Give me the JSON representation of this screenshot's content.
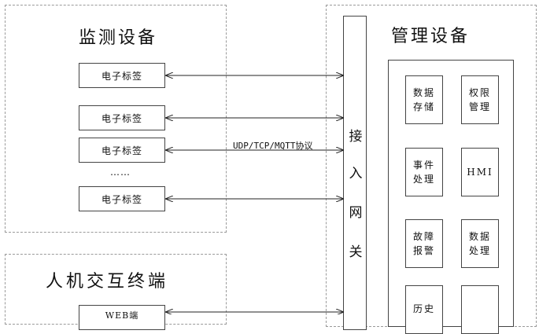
{
  "monitoring": {
    "title": "监测设备",
    "tags": [
      "电子标签",
      "电子标签",
      "电子标签",
      "电子标签"
    ],
    "ellipsis": "……"
  },
  "protocol_label": "UDP/TCP/MQTT协议",
  "gateway": {
    "chars": [
      "接",
      "入",
      "网",
      "关"
    ]
  },
  "management": {
    "title": "管理设备",
    "modules": [
      "数据\n存储",
      "权限\n管理",
      "事件\n处理",
      "HMI",
      "故障\n报警",
      "数据\n处理",
      "历史",
      ""
    ]
  },
  "hmi_terminal": {
    "title": "人机交互终端",
    "partial_label": "WEB端"
  }
}
